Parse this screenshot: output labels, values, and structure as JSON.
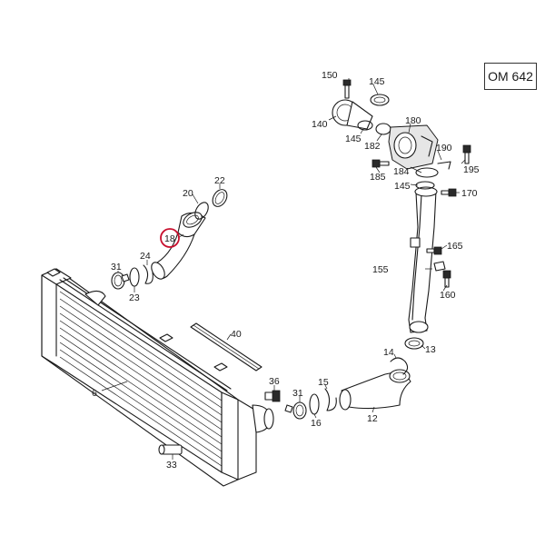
{
  "engine_label": "OM 642",
  "highlight_color": "#c8102e",
  "highlighted_part": "18",
  "callouts": {
    "c150": "150",
    "c145a": "145",
    "c140": "140",
    "c145b": "145",
    "c182": "182",
    "c180": "180",
    "c185": "185",
    "c184": "184",
    "c190": "190",
    "c195": "195",
    "c145c": "145",
    "c170": "170",
    "c165": "165",
    "c155": "155",
    "c160": "160",
    "c22": "22",
    "c20": "20",
    "c18": "18",
    "c24": "24",
    "c31a": "31",
    "c23": "23",
    "c40": "40",
    "c6": "6",
    "c36": "36",
    "c15": "15",
    "c31b": "31",
    "c16": "16",
    "c14": "14",
    "c13": "13",
    "c12": "12",
    "c33": "33"
  }
}
